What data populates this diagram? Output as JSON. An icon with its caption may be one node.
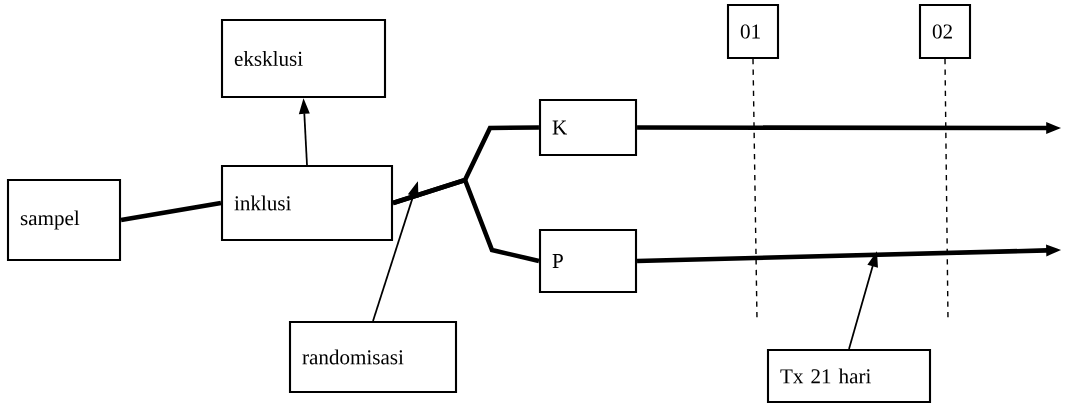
{
  "diagram": {
    "nodes": [
      {
        "text": [
          "sampel"
        ]
      },
      {
        "text": [
          "inklusi"
        ]
      },
      {
        "text": [
          "eksklusi"
        ]
      },
      {
        "text": [
          "K"
        ]
      },
      {
        "text": [
          "P"
        ]
      },
      {
        "text": [
          "randomisasi"
        ]
      },
      {
        "text": [
          "01"
        ]
      },
      {
        "text": [
          "02"
        ]
      },
      {
        "text": [
          "Tx 21 hari"
        ]
      }
    ],
    "edges": [
      {
        "from": 0,
        "to": 1,
        "arrow": "none",
        "style": "thick"
      },
      {
        "from": 1,
        "to": 2,
        "arrow": "to"
      },
      {
        "from": 1,
        "to": 3,
        "arrow": "none",
        "style": "thick"
      },
      {
        "from": 1,
        "to": 4,
        "arrow": "none",
        "style": "thick"
      },
      {
        "from": 5,
        "to": null,
        "arrow": "to"
      },
      {
        "from": 3,
        "to": null,
        "arrow": "to",
        "style": "thick"
      },
      {
        "from": 4,
        "to": null,
        "arrow": "to",
        "style": "thick"
      },
      {
        "from": 8,
        "to": null,
        "arrow": "to"
      },
      {
        "from": 6,
        "to": null,
        "arrow": "none",
        "style": "dashed"
      },
      {
        "from": 7,
        "to": null,
        "arrow": "none",
        "style": "dashed"
      }
    ]
  }
}
